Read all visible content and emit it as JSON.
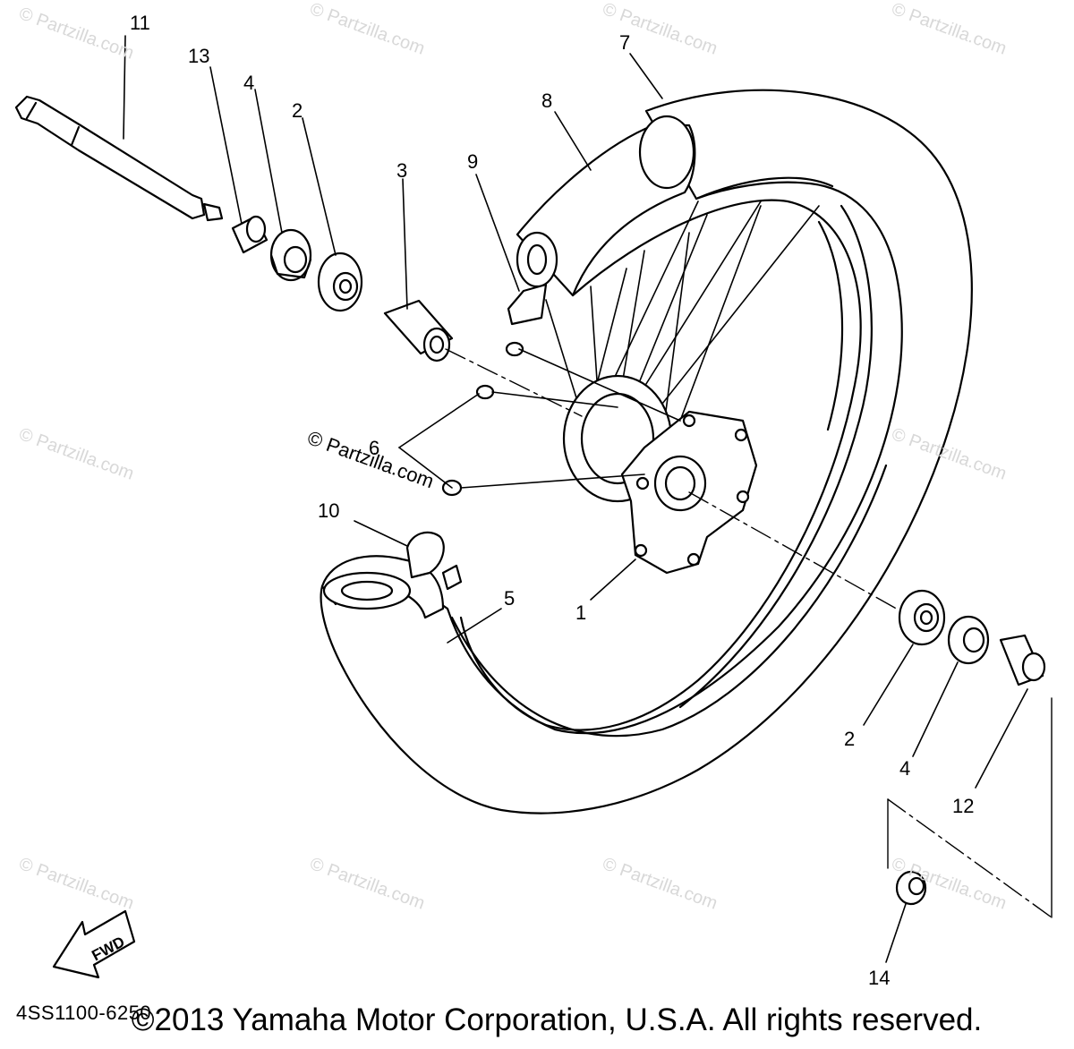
{
  "watermark": "© Partzilla.com",
  "diagram_code": "4SS1100-6250",
  "copyright": "©2013 Yamaha Motor Corporation, U.S.A. All rights reserved.",
  "fwd_label": "FWD",
  "callouts": {
    "c1": "1",
    "c2a": "2",
    "c2b": "2",
    "c3": "3",
    "c4a": "4",
    "c4b": "4",
    "c5": "5",
    "c6": "6",
    "c7": "7",
    "c8": "8",
    "c9": "9",
    "c10": "10",
    "c11": "11",
    "c12": "12",
    "c13": "13",
    "c14": "14"
  }
}
